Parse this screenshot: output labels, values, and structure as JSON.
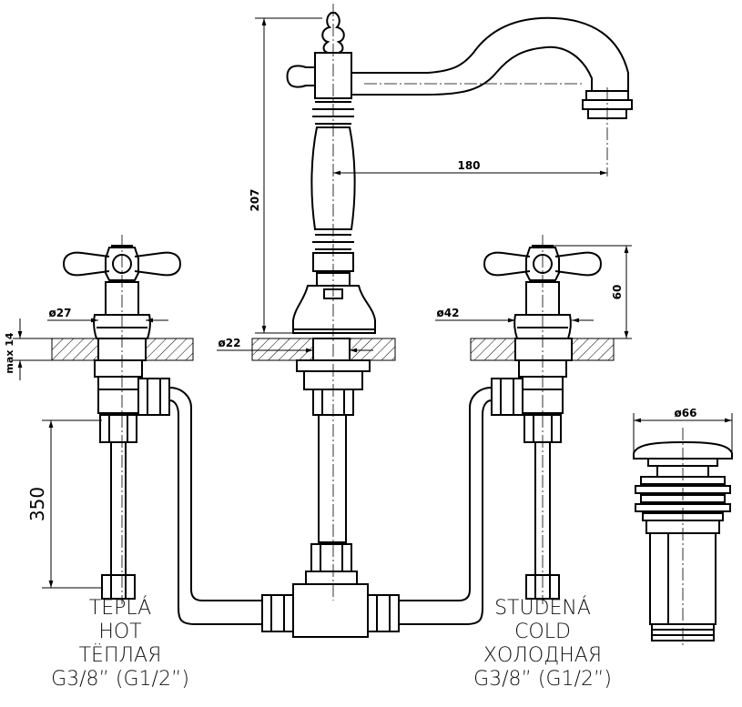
{
  "dimensions": {
    "spout_reach": "180",
    "height": "207",
    "handle_height": "60",
    "hose_length": "350",
    "hole_hot": "ø27",
    "hole_center": "ø22",
    "hole_cold": "ø42",
    "deck_thickness": "max 14",
    "waste_diameter": "ø66"
  },
  "labels": {
    "hot": [
      "TEPLÁ",
      "HOT",
      "TЁПЛАЯ",
      "G3/8” (G1/2”)"
    ],
    "cold": [
      "STUDENÁ",
      "COLD",
      "ХОЛОДНАЯ",
      "G3/8” (G1/2”)"
    ]
  }
}
